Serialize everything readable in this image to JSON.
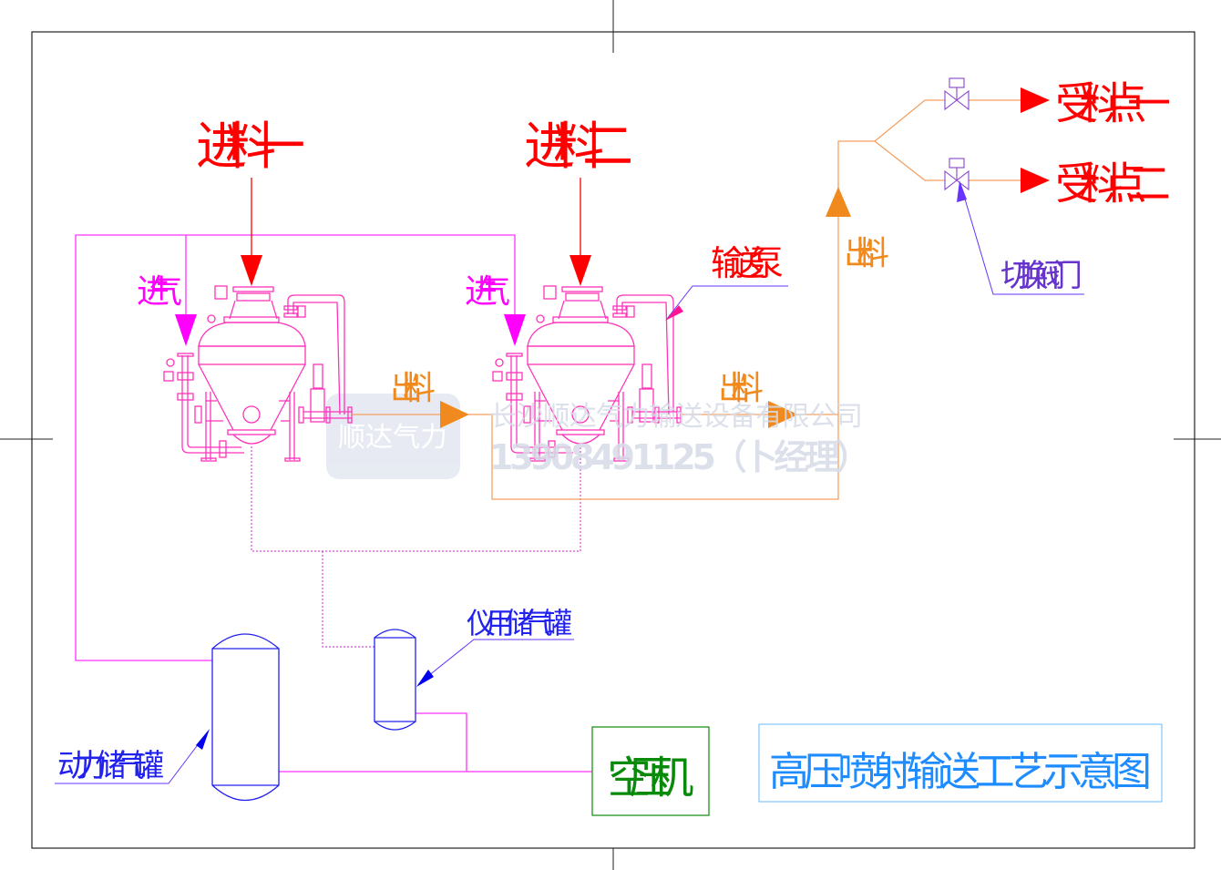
{
  "labels": {
    "feed_1": "进料一",
    "feed_2": "进料二",
    "air_in_1": "进气",
    "air_in_2": "进气",
    "discharge_1": "出料",
    "discharge_2": "出料",
    "discharge_up": "出料",
    "conveying_pump": "输送泵",
    "receiving_point_1": "受料点一",
    "receiving_point_2": "受料点二",
    "switch_valve": "切换阀门",
    "instrument_air_tank": "仪用储气罐",
    "power_air_tank": "动力储气罐",
    "air_compressor": "空压机",
    "title": "高压喷射输送工艺示意图"
  },
  "watermark": {
    "logo": "顺达气力",
    "company": "长沙顺达气力输送设备有限公司",
    "phone": "13908491125（卜经理）"
  },
  "colors": {
    "feed": "#ff0000",
    "air": "#ff00ff",
    "discharge": "#f08a1e",
    "leader": "#3a00ff",
    "compressor": "#0a8a0a",
    "title": "#1e8cff"
  }
}
